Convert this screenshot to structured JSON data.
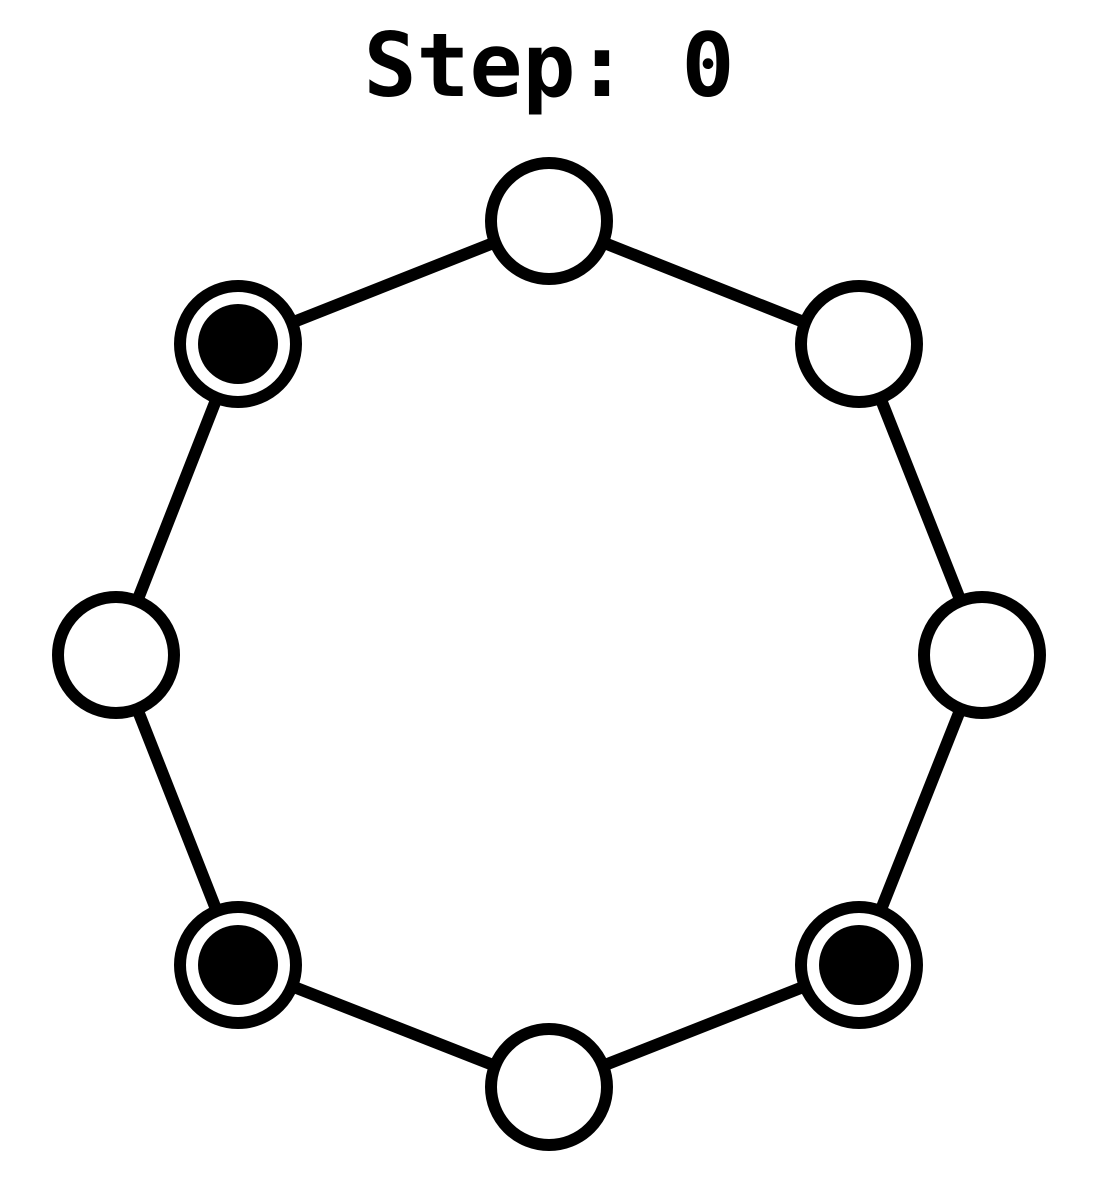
{
  "title": {
    "step_label": "Step:",
    "step_value": "0"
  },
  "game": {
    "node_count": 8,
    "occupied": [
      false,
      false,
      false,
      true,
      false,
      true,
      false,
      true
    ],
    "colors": {
      "stroke": "#000000",
      "fill": "#ffffff",
      "token": "#000000"
    }
  }
}
